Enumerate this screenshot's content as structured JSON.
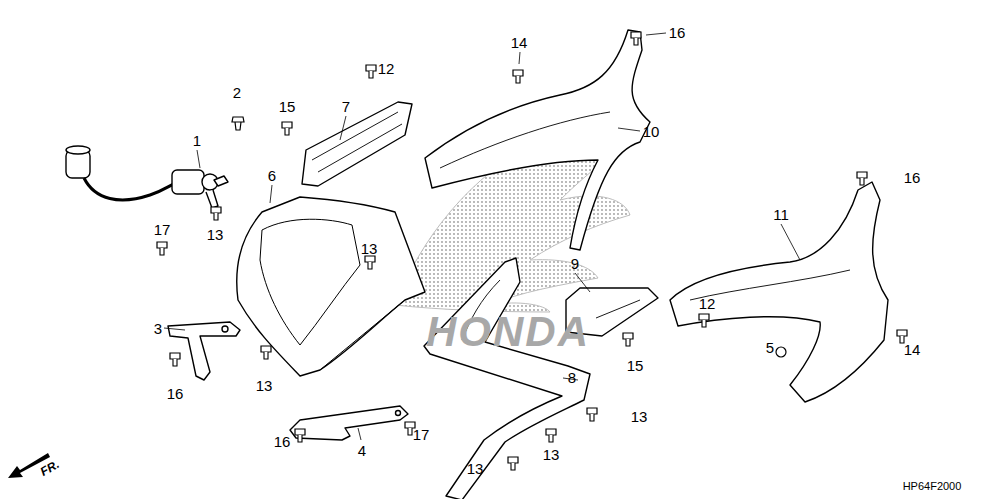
{
  "diagram": {
    "labels": [
      "2",
      "1",
      "15",
      "7",
      "12",
      "14",
      "16",
      "10",
      "6",
      "13",
      "17",
      "13",
      "3",
      "16",
      "13",
      "16",
      "4",
      "17",
      "16",
      "11",
      "12",
      "9",
      "15",
      "14",
      "5",
      "8",
      "13",
      "13",
      "13",
      "HONDA",
      "FR.",
      "HP64F2000"
    ]
  }
}
